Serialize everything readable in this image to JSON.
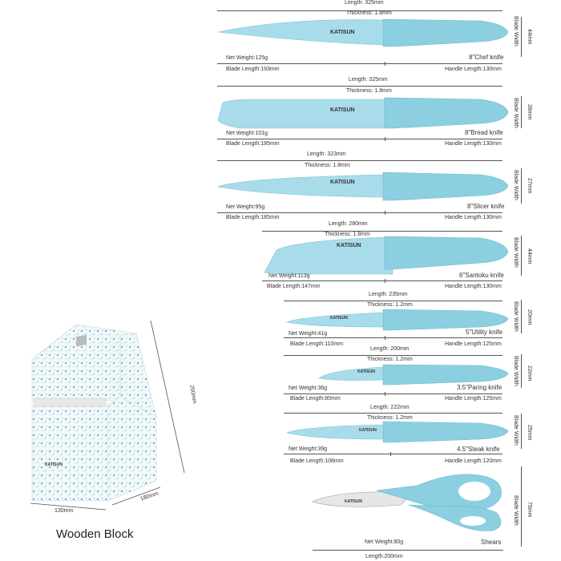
{
  "knives": [
    {
      "length": "Length: 325mm",
      "thickness": "Thickness: 1.8mm",
      "weight": "Net Weight:125g",
      "name": "8\"Chef knife",
      "blade_length": "Blade Length:193mm",
      "handle_length": "Handle Length:130mm",
      "width": "44mm",
      "width_label": "Blade Width"
    },
    {
      "length": "Length: 325mm",
      "thickness": "Thickness: 1.8mm",
      "weight": "Net Weight:101g",
      "name": "8\"Bread knife",
      "blade_length": "Blade Length:185mm",
      "handle_length": "Handle Length:130mm",
      "width": "28mm",
      "width_label": "Blade Width"
    },
    {
      "length": "Length: 323mm",
      "thickness": "Thickness: 1.8mm",
      "weight": "Net Weight:95g",
      "name": "8\"Slicer knife",
      "blade_length": "Blade Length:185mm",
      "handle_length": "Handle Length:130mm",
      "width": "27mm",
      "width_label": "Blade Width"
    },
    {
      "length": "Length: 280mm",
      "thickness": "Thickness: 1.8mm",
      "weight": "Net Weight:113g",
      "name": "6\"Santoku knife",
      "blade_length": "Blade Length:147mm",
      "handle_length": "Handle Length:130mm",
      "width": "44mm",
      "width_label": "Blade Width"
    },
    {
      "length": "Length: 235mm",
      "thickness": "Thickness: 1.2mm",
      "weight": "Net Weight:41g",
      "name": "5\"Utility knife",
      "blade_length": "Blade Length:110mm",
      "handle_length": "Handle Length:125mm",
      "width": "20mm",
      "width_label": "Blade Width"
    },
    {
      "length": "Length: 200mm",
      "thickness": "Thickness: 1.2mm",
      "weight": "Net Weight:36g",
      "name": "3.5\"Paring knife",
      "blade_length": "Blade Length:80mm",
      "handle_length": "Handle Length:125mm",
      "width": "22mm",
      "width_label": "Blade Width"
    },
    {
      "length": "Length: 222mm",
      "thickness": "Thickness: 1.2mm",
      "weight": "Net Weight:39g",
      "name": "4.5\"Steak knife",
      "blade_length": "Blade Length:108mm",
      "handle_length": "Handle Length:120mm",
      "width": "25mm",
      "width_label": "Blade Width"
    }
  ],
  "shears": {
    "weight": "Net Weight:80g",
    "name": "Shears",
    "length": "Length:200mm",
    "width": "75mm",
    "width_label": "Blade Width"
  },
  "block": {
    "title": "Wooden Block",
    "height": "250mm",
    "width": "130mm",
    "depth": "180mm"
  },
  "brand": "KATISUN",
  "colors": {
    "handle": "#8ccfe0",
    "blade": "#a9dceb",
    "speckle": "#5ab9cf"
  }
}
